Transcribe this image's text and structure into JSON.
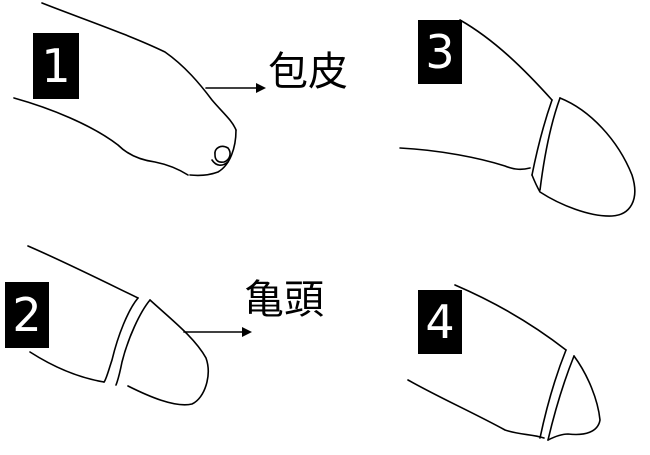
{
  "figure": {
    "panels": [
      {
        "number": "1"
      },
      {
        "number": "2"
      },
      {
        "number": "3"
      },
      {
        "number": "4"
      }
    ],
    "labels": {
      "foreskin": "包皮",
      "glans": "亀頭"
    }
  }
}
